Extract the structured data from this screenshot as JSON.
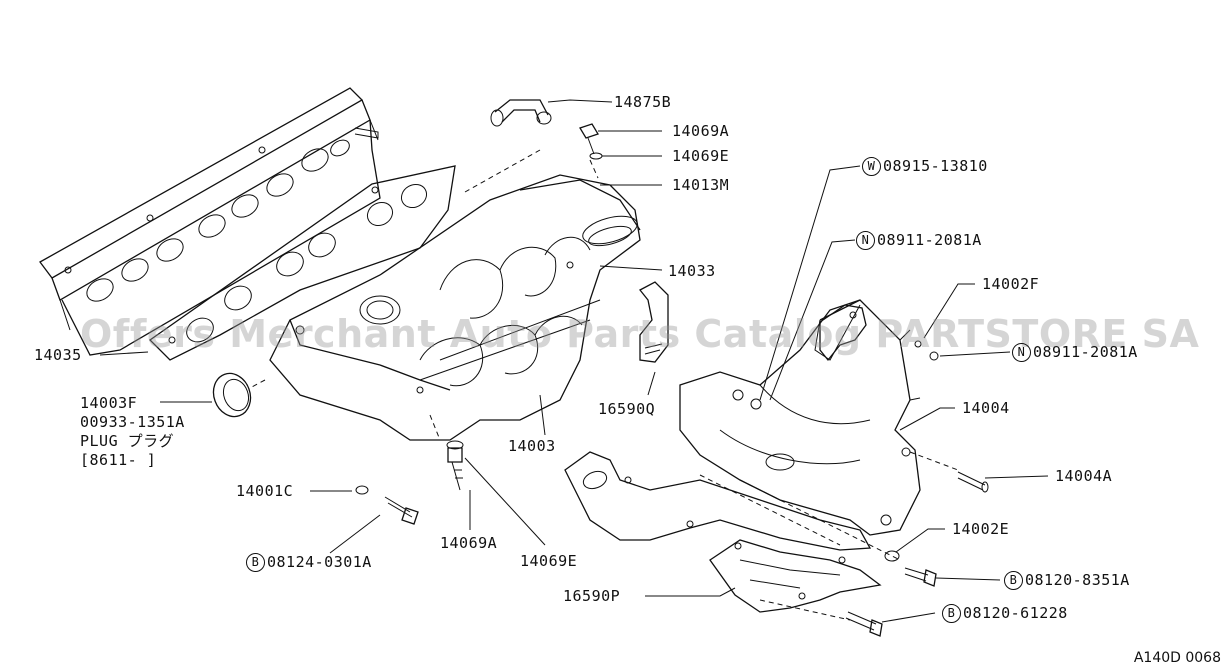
{
  "diagram": {
    "reference_code": "A140D 0068",
    "watermark": "Offers Merchant Auto Parts Catalog PARTSTORE SA",
    "labels": {
      "p14875B": "14875B",
      "p14069A_top": "14069A",
      "p14069E_top": "14069E",
      "p14013M": "14013M",
      "p14033": "14033",
      "p14035": "14035",
      "p14003F": "14003F",
      "p00933": "00933-1351A",
      "plug": "PLUG プラグ",
      "p8611": "[8611-   ]",
      "p16590Q": "16590Q",
      "p14003": "14003",
      "p14001C": "14001C",
      "p14069A_bot": "14069A",
      "p14069E_bot": "14069E",
      "p08124": "08124-0301A",
      "p08915": "08915-13810",
      "p08911_top": "08911-2081A",
      "p14002F": "14002F",
      "p08911_mid": "08911-2081A",
      "p14004": "14004",
      "p14004A": "14004A",
      "p14002E": "14002E",
      "p08120_8351": "08120-8351A",
      "p16590P": "16590P",
      "p08120_61228": "08120-61228"
    },
    "prefixes": {
      "W": "W",
      "N": "N",
      "B": "B"
    }
  }
}
